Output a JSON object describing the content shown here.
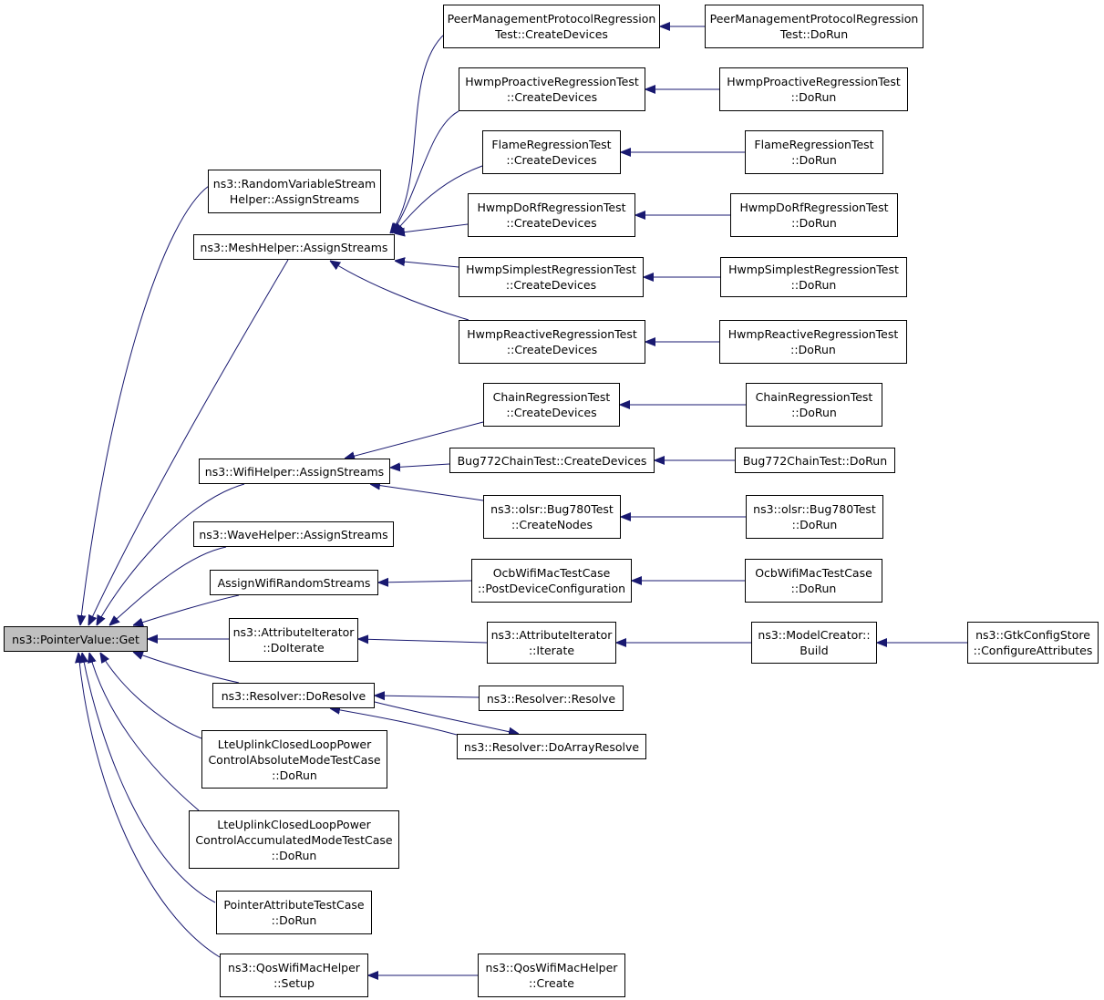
{
  "colors": {
    "edge": "#191970",
    "node_border": "#000000",
    "root_fill": "#bfbfbf",
    "node_fill": "#ffffff"
  },
  "nodes": [
    {
      "id": "root",
      "lines": [
        "ns3::PointerValue::Get"
      ]
    },
    {
      "id": "rvsh",
      "lines": [
        "ns3::RandomVariableStream",
        "Helper::AssignStreams"
      ]
    },
    {
      "id": "mesh",
      "lines": [
        "ns3::MeshHelper::AssignStreams"
      ]
    },
    {
      "id": "wifi",
      "lines": [
        "ns3::WifiHelper::AssignStreams"
      ]
    },
    {
      "id": "wave",
      "lines": [
        "ns3::WaveHelper::AssignStreams"
      ]
    },
    {
      "id": "awrs",
      "lines": [
        "AssignWifiRandomStreams"
      ]
    },
    {
      "id": "aidi",
      "lines": [
        "ns3::AttributeIterator",
        "::DoIterate"
      ]
    },
    {
      "id": "rdr",
      "lines": [
        "ns3::Resolver::DoResolve"
      ]
    },
    {
      "id": "lteabs",
      "lines": [
        "LteUplinkClosedLoopPower",
        "ControlAbsoluteModeTestCase",
        "::DoRun"
      ]
    },
    {
      "id": "lteacc",
      "lines": [
        "LteUplinkClosedLoopPower",
        "ControlAccumulatedModeTestCase",
        "::DoRun"
      ]
    },
    {
      "id": "patc",
      "lines": [
        "PointerAttributeTestCase",
        "::DoRun"
      ]
    },
    {
      "id": "qwsetup",
      "lines": [
        "ns3::QosWifiMacHelper",
        "::Setup"
      ]
    },
    {
      "id": "pmp_cd",
      "lines": [
        "PeerManagementProtocolRegression",
        "Test::CreateDevices"
      ]
    },
    {
      "id": "hpro_cd",
      "lines": [
        "HwmpProactiveRegressionTest",
        "::CreateDevices"
      ]
    },
    {
      "id": "fl_cd",
      "lines": [
        "FlameRegressionTest",
        "::CreateDevices"
      ]
    },
    {
      "id": "hdorf_cd",
      "lines": [
        "HwmpDoRfRegressionTest",
        "::CreateDevices"
      ]
    },
    {
      "id": "hsim_cd",
      "lines": [
        "HwmpSimplestRegressionTest",
        "::CreateDevices"
      ]
    },
    {
      "id": "hrea_cd",
      "lines": [
        "HwmpReactiveRegressionTest",
        "::CreateDevices"
      ]
    },
    {
      "id": "ch_cd",
      "lines": [
        "ChainRegressionTest",
        "::CreateDevices"
      ]
    },
    {
      "id": "b772_cd",
      "lines": [
        "Bug772ChainTest::CreateDevices"
      ]
    },
    {
      "id": "b780_cn",
      "lines": [
        "ns3::olsr::Bug780Test",
        "::CreateNodes"
      ]
    },
    {
      "id": "ocb_pdc",
      "lines": [
        "OcbWifiMacTestCase",
        "::PostDeviceConfiguration"
      ]
    },
    {
      "id": "ai_it",
      "lines": [
        "ns3::AttributeIterator",
        "::Iterate"
      ]
    },
    {
      "id": "res",
      "lines": [
        "ns3::Resolver::Resolve"
      ]
    },
    {
      "id": "dar",
      "lines": [
        "ns3::Resolver::DoArrayResolve"
      ]
    },
    {
      "id": "qwcreate",
      "lines": [
        "ns3::QosWifiMacHelper",
        "::Create"
      ]
    },
    {
      "id": "pmp_dr",
      "lines": [
        "PeerManagementProtocolRegression",
        "Test::DoRun"
      ]
    },
    {
      "id": "hpro_dr",
      "lines": [
        "HwmpProactiveRegressionTest",
        "::DoRun"
      ]
    },
    {
      "id": "fl_dr",
      "lines": [
        "FlameRegressionTest",
        "::DoRun"
      ]
    },
    {
      "id": "hdorf_dr",
      "lines": [
        "HwmpDoRfRegressionTest",
        "::DoRun"
      ]
    },
    {
      "id": "hsim_dr",
      "lines": [
        "HwmpSimplestRegressionTest",
        "::DoRun"
      ]
    },
    {
      "id": "hrea_dr",
      "lines": [
        "HwmpReactiveRegressionTest",
        "::DoRun"
      ]
    },
    {
      "id": "ch_dr",
      "lines": [
        "ChainRegressionTest",
        "::DoRun"
      ]
    },
    {
      "id": "b772_dr",
      "lines": [
        "Bug772ChainTest::DoRun"
      ]
    },
    {
      "id": "b780_dr",
      "lines": [
        "ns3::olsr::Bug780Test",
        "::DoRun"
      ]
    },
    {
      "id": "ocb_dr",
      "lines": [
        "OcbWifiMacTestCase",
        "::DoRun"
      ]
    },
    {
      "id": "mc_build",
      "lines": [
        "ns3::ModelCreator::",
        "Build"
      ]
    },
    {
      "id": "gtk_ca",
      "lines": [
        "ns3::GtkConfigStore",
        "::ConfigureAttributes"
      ]
    }
  ],
  "edges": [
    {
      "from": "rvsh",
      "to": "root"
    },
    {
      "from": "mesh",
      "to": "root"
    },
    {
      "from": "wifi",
      "to": "root"
    },
    {
      "from": "wave",
      "to": "root"
    },
    {
      "from": "awrs",
      "to": "root"
    },
    {
      "from": "aidi",
      "to": "root"
    },
    {
      "from": "rdr",
      "to": "root"
    },
    {
      "from": "lteabs",
      "to": "root"
    },
    {
      "from": "lteacc",
      "to": "root"
    },
    {
      "from": "patc",
      "to": "root"
    },
    {
      "from": "qwsetup",
      "to": "root"
    },
    {
      "from": "pmp_cd",
      "to": "mesh"
    },
    {
      "from": "hpro_cd",
      "to": "mesh"
    },
    {
      "from": "fl_cd",
      "to": "mesh"
    },
    {
      "from": "hdorf_cd",
      "to": "mesh"
    },
    {
      "from": "hsim_cd",
      "to": "mesh"
    },
    {
      "from": "hrea_cd",
      "to": "mesh"
    },
    {
      "from": "ch_cd",
      "to": "wifi"
    },
    {
      "from": "b772_cd",
      "to": "wifi"
    },
    {
      "from": "b780_cn",
      "to": "wifi"
    },
    {
      "from": "ocb_pdc",
      "to": "awrs"
    },
    {
      "from": "ai_it",
      "to": "aidi"
    },
    {
      "from": "res",
      "to": "rdr"
    },
    {
      "from": "dar",
      "to": "rdr"
    },
    {
      "from": "rdr",
      "to": "dar"
    },
    {
      "from": "qwcreate",
      "to": "qwsetup"
    },
    {
      "from": "pmp_dr",
      "to": "pmp_cd"
    },
    {
      "from": "hpro_dr",
      "to": "hpro_cd"
    },
    {
      "from": "fl_dr",
      "to": "fl_cd"
    },
    {
      "from": "hdorf_dr",
      "to": "hdorf_cd"
    },
    {
      "from": "hsim_dr",
      "to": "hsim_cd"
    },
    {
      "from": "hrea_dr",
      "to": "hrea_cd"
    },
    {
      "from": "ch_dr",
      "to": "ch_cd"
    },
    {
      "from": "b772_dr",
      "to": "b772_cd"
    },
    {
      "from": "b780_dr",
      "to": "b780_cn"
    },
    {
      "from": "ocb_dr",
      "to": "ocb_pdc"
    },
    {
      "from": "mc_build",
      "to": "ai_it"
    },
    {
      "from": "gtk_ca",
      "to": "mc_build"
    }
  ]
}
